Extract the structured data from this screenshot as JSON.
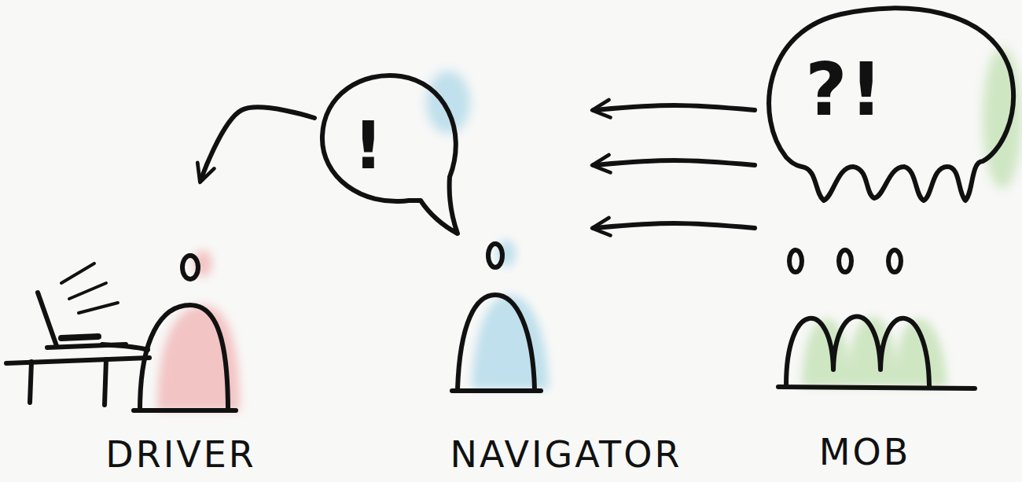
{
  "diagram": {
    "nodes": [
      {
        "text": [
          "DRIVER"
        ]
      },
      {
        "text": [
          "!"
        ]
      },
      {
        "text": [
          "NAVIGATOR"
        ]
      },
      {
        "text": [
          "?!"
        ]
      },
      {
        "text": [
          "MOB"
        ]
      }
    ],
    "edges": [
      {
        "from": 1,
        "to": 0,
        "arrow": "to"
      },
      {
        "from": 3,
        "to": 2,
        "arrow": "to"
      },
      {
        "from": 3,
        "to": 2,
        "arrow": "to"
      },
      {
        "from": 3,
        "to": 2,
        "arrow": "to"
      }
    ]
  }
}
